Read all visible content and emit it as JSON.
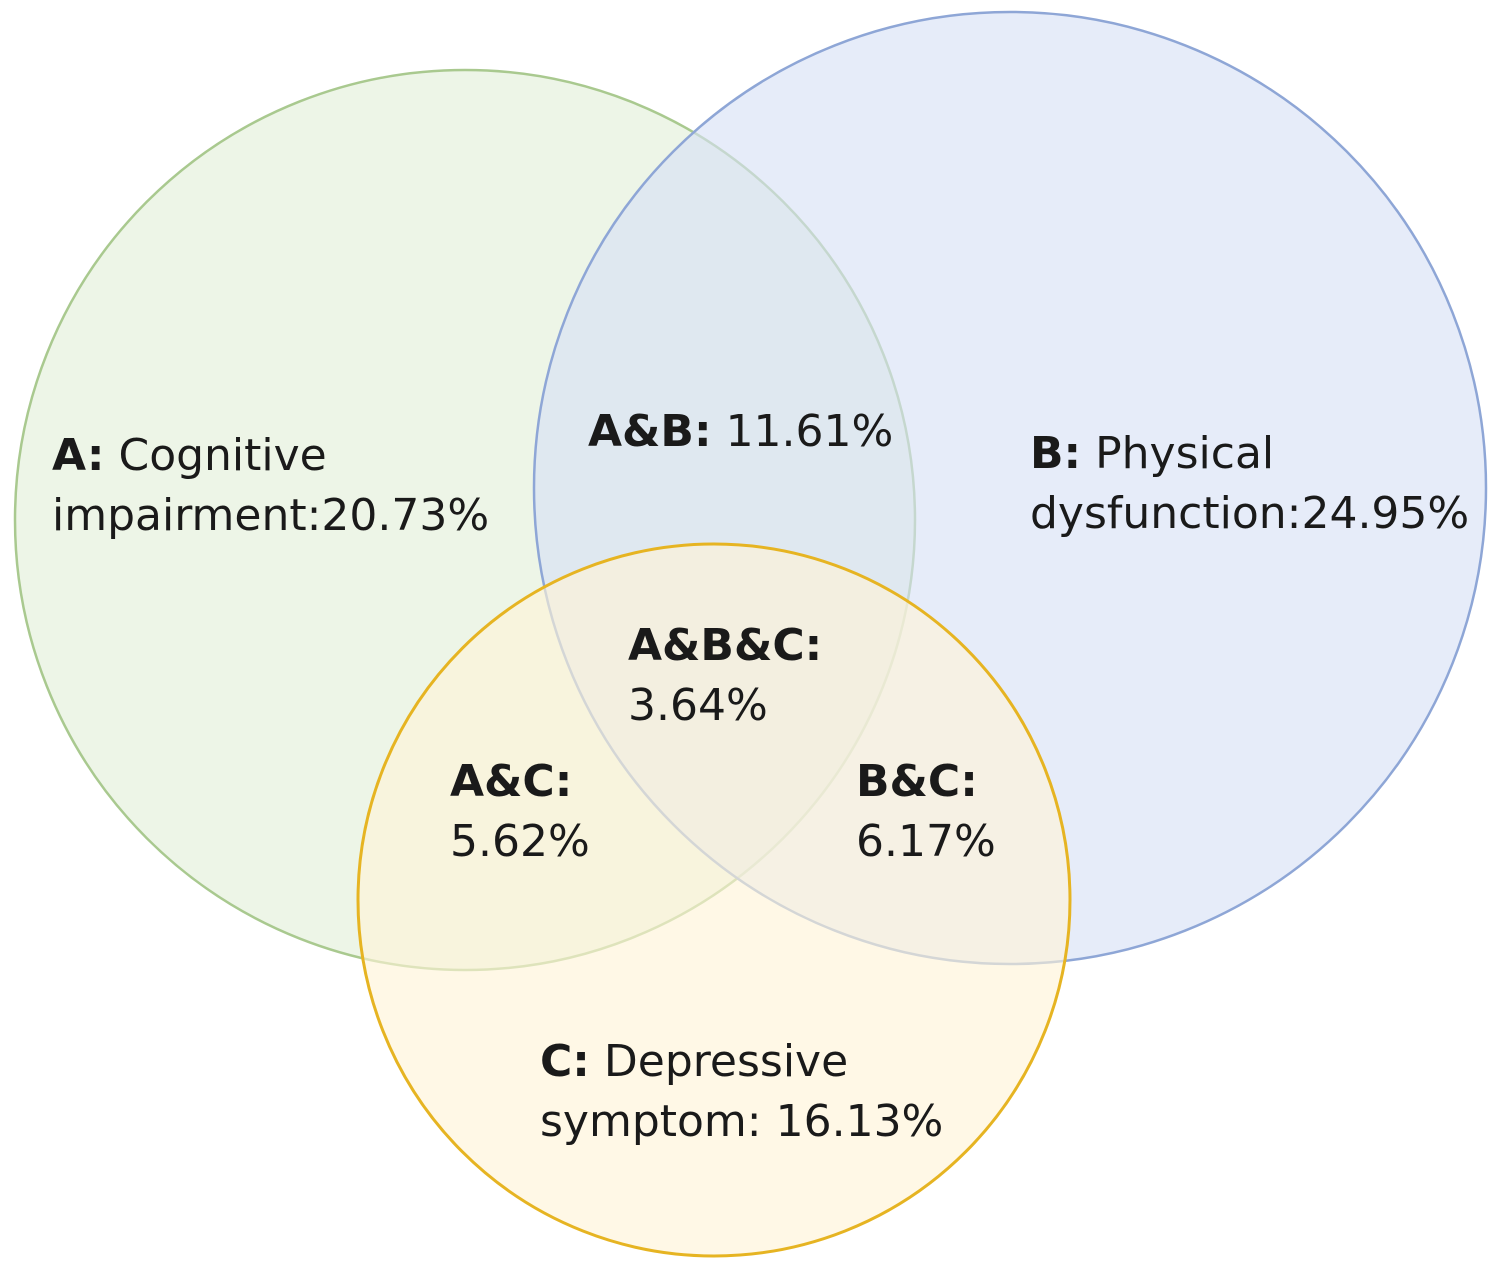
{
  "diagram": {
    "type": "venn",
    "sets": [
      {
        "id": "A",
        "key": "A:",
        "name": "Cognitive",
        "name_line2": "impairment:20.73%",
        "fill": "#e2efd9",
        "stroke": "#a9c98f"
      },
      {
        "id": "B",
        "key": "B:",
        "name": "Physical",
        "name_line2": "dysfunction:24.95%",
        "fill": "#d6e0f5",
        "stroke": "#8ea6d6"
      },
      {
        "id": "C",
        "key": "C:",
        "name": "Depressive",
        "name_line2": "symptom: 16.13%",
        "fill": "#fff4d6",
        "stroke": "#e6b422"
      }
    ],
    "intersections": {
      "ab": {
        "key": "A&B:",
        "value": "11.61%"
      },
      "ac": {
        "key": "A&C:",
        "value": "5.62%"
      },
      "bc": {
        "key": "B&C:",
        "value": "6.17%"
      },
      "abc": {
        "key": "A&B&C:",
        "value": "3.64%"
      }
    }
  }
}
